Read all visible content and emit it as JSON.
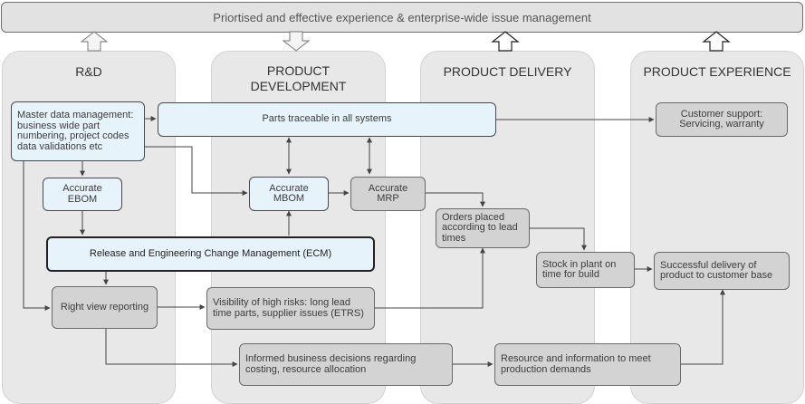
{
  "banner": "Priortised and effective experience & enterprise-wide issue management",
  "columns": {
    "rd": "R&D",
    "pd_line1": "PRODUCT",
    "pd_line2": "DEVELOPMENT",
    "delivery": "PRODUCT DELIVERY",
    "experience": "PRODUCT EXPERIENCE"
  },
  "boxes": {
    "master_data": "Master data management: business wide part numbering, project codes data validations etc",
    "parts_traceable": "Parts traceable in all systems",
    "customer_support": "Customer support: Servicing, warranty",
    "ebom": "Accurate EBOM",
    "mbom": "Accurate MBOM",
    "mrp": "Accurate MRP",
    "orders": "Orders placed according to lead times",
    "ecm": "Release and Engineering Change Management (ECM)",
    "stock": "Stock in plant on time for build",
    "successful_delivery": "Successful delivery of product to customer base",
    "right_view": "Right view reporting",
    "visibility": "Visibility of high risks: long lead time parts, supplier issues (ETRS)",
    "informed": "Informed business decisions regarding costing, resource allocation",
    "resource": "Resource and information to meet production demands"
  }
}
